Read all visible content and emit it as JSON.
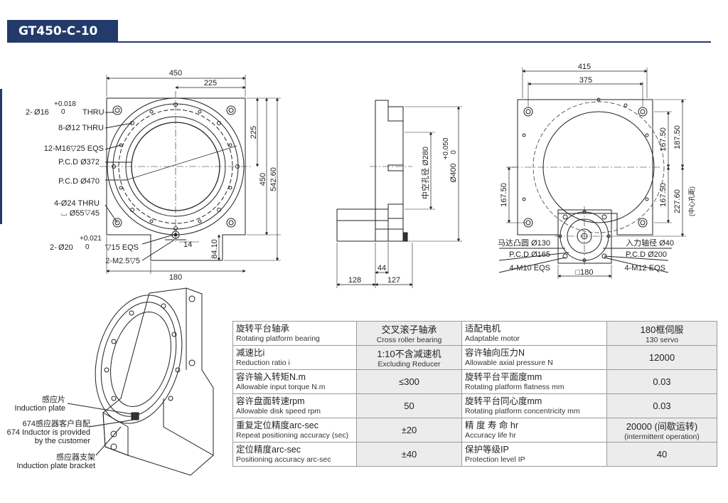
{
  "title": "GT450-C-10",
  "front_view": {
    "dims": {
      "w450": "450",
      "w225": "225",
      "h225": "225",
      "h450": "450",
      "h542": "542.60",
      "w180": "180",
      "d14": "14",
      "d84": "84.10"
    },
    "callouts": [
      {
        "prefix": "2-",
        "diameter": "16",
        "tol_upper": "+0.018",
        "tol_lower": "0",
        "suffix": "THRU"
      },
      {
        "text": "8-Ø12 THRU"
      },
      {
        "text": "12-M16▽25 EQS"
      },
      {
        "text": "P.C.D Ø372"
      },
      {
        "text": "P.C.D Ø470"
      },
      {
        "text": "4-Ø24 THRU"
      },
      {
        "text": "⌴ Ø55▽45"
      },
      {
        "prefix": "2-",
        "diameter": "20",
        "tol_upper": "+0.021",
        "tol_lower": "0",
        "suffix": "▽15 EQS"
      },
      {
        "text": "2-M2.5▽5"
      }
    ]
  },
  "side_view": {
    "dims": {
      "hole": "中空孔径 Ø280",
      "od": "Ø400",
      "tol_upper": "+0.050",
      "tol_lower": "0",
      "d128": "128",
      "d127": "127",
      "d44": "44"
    }
  },
  "motor_view": {
    "dims": {
      "w415": "415",
      "w375": "375",
      "r167a": "167.50",
      "r187": "187.50",
      "r167b": "167.50",
      "r227": "227.60",
      "center_note": "(中心孔距)",
      "l167": "167.50",
      "sq180": "□180"
    },
    "callouts_left": [
      "马达凸圆 Ø130",
      "P.C.D Ø165",
      "4-M10 EQS"
    ],
    "callouts_right": [
      "入力轴径 Ø40",
      "P.C.D Ø200",
      "4-M12 EQS"
    ]
  },
  "iso_view": {
    "labels": [
      {
        "zh": "感应片",
        "en": "Induction plate"
      },
      {
        "zh": "674感应器客户自配",
        "en": "674 Inductor is provided",
        "en2": "by the customer"
      },
      {
        "zh": "感应器支架",
        "en": "Induction plate bracket"
      }
    ]
  },
  "specs": [
    [
      {
        "zh": "旋转平台轴承",
        "en": "Rotating platform bearing",
        "val": "交叉滚子轴承",
        "val_en": "Cross roller bearing"
      },
      {
        "zh": "适配电机",
        "en": "Adaptable motor",
        "val": "180框伺服",
        "val_en": "130 servo"
      }
    ],
    [
      {
        "zh": "减速比i",
        "en": "Reduction ratio i",
        "val": "1:10不含减速机",
        "val_en": "Excluding Reducer"
      },
      {
        "zh": "容许轴向压力N",
        "en": "Allowable axial pressure N",
        "val": "12000",
        "val_en": ""
      }
    ],
    [
      {
        "zh": "容许输入转矩N.m",
        "en": "Allowable input torque N.m",
        "val": "≤300",
        "val_en": ""
      },
      {
        "zh": "旋转平台平面度mm",
        "en": "Rotating platform flatness mm",
        "val": "0.03",
        "val_en": ""
      }
    ],
    [
      {
        "zh": "容许盘面转速rpm",
        "en": "Allowable disk speed rpm",
        "val": "50",
        "val_en": ""
      },
      {
        "zh": "旋转平台同心度mm",
        "en": "Rotating platform concentricity mm",
        "val": "0.03",
        "val_en": ""
      }
    ],
    [
      {
        "zh": "重复定位精度arc-sec",
        "en": "Repeat positioning accuracy (sec)",
        "val": "±20",
        "val_en": ""
      },
      {
        "zh": "精 度 寿 命 hr",
        "en": "Accuracy life hr",
        "val": "20000 (间歇运转)",
        "val_en": "(intermittent operation)"
      }
    ],
    [
      {
        "zh": "定位精度arc-sec",
        "en": "Positioning accuracy arc-sec",
        "val": "±40",
        "val_en": ""
      },
      {
        "zh": "保护等级IP",
        "en": "Protection level IP",
        "val": "40",
        "val_en": ""
      }
    ]
  ]
}
